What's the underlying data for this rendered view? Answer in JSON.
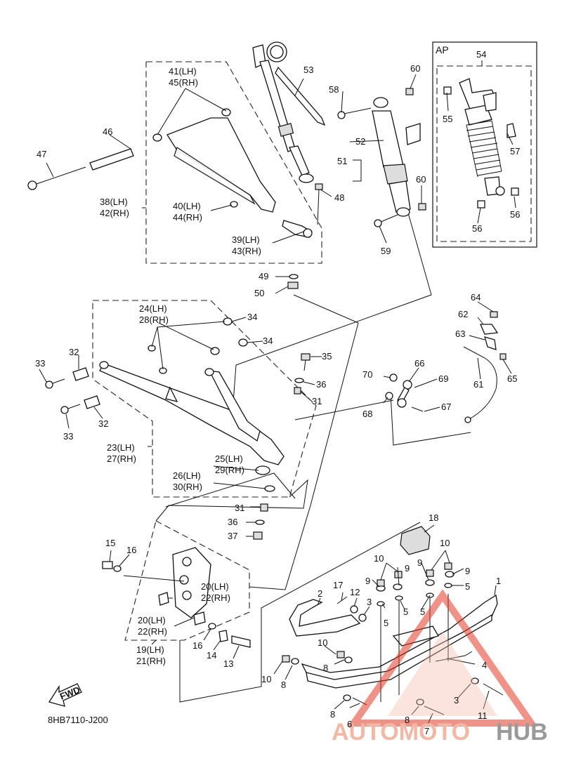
{
  "diagram_code": "8HB7110-J200",
  "fwd_label": "FWD",
  "ap_label": "AP",
  "watermark": {
    "part1": "AUTOMOTO",
    "part2": "HUB",
    "color1": "#f2b8a6",
    "color2": "#9a9a9a",
    "accent": "#e23b2a"
  },
  "labels": {
    "l1": "1",
    "l2": "2",
    "l3a": "3",
    "l3b": "3",
    "l4": "4",
    "l5a": "5",
    "l5b": "5",
    "l5c": "5",
    "l5d": "5",
    "l6": "6",
    "l7": "7",
    "l8a": "8",
    "l8b": "8",
    "l8c": "8",
    "l8d": "8",
    "l9a": "9",
    "l9b": "9",
    "l9c": "9",
    "l9d": "9",
    "l10a": "10",
    "l10b": "10",
    "l10c": "10",
    "l10d": "10",
    "l11": "11",
    "l12": "12",
    "l13": "13",
    "l14": "14",
    "l15": "15",
    "l16a": "16",
    "l16b": "16",
    "l17": "17",
    "l18": "18",
    "l19": "19(LH)",
    "l21": "21(RH)",
    "l20a": "20(LH)",
    "l22a": "22(RH)",
    "l20b": "20(LH)",
    "l22b": "22(RH)",
    "l23": "23(LH)",
    "l27": "27(RH)",
    "l24": "24(LH)",
    "l28": "28(RH)",
    "l25": "25(LH)",
    "l29": "29(RH)",
    "l26": "26(LH)",
    "l30": "30(RH)",
    "l31a": "31",
    "l31b": "31",
    "l32a": "32",
    "l32b": "32",
    "l33a": "33",
    "l33b": "33",
    "l34a": "34",
    "l34b": "34",
    "l35": "35",
    "l36a": "36",
    "l36b": "36",
    "l37": "37",
    "l38": "38(LH)",
    "l42": "42(RH)",
    "l39": "39(LH)",
    "l43": "43(RH)",
    "l40": "40(LH)",
    "l44": "44(RH)",
    "l41": "41(LH)",
    "l45": "45(RH)",
    "l46": "46",
    "l47": "47",
    "l48": "48",
    "l49": "49",
    "l50": "50",
    "l51": "51",
    "l52": "52",
    "l53": "53",
    "l54": "54",
    "l55": "55",
    "l56a": "56",
    "l56b": "56",
    "l57": "57",
    "l58": "58",
    "l59": "59",
    "l60a": "60",
    "l60b": "60",
    "l61": "61",
    "l62": "62",
    "l63": "63",
    "l64": "64",
    "l65": "65",
    "l66": "66",
    "l67": "67",
    "l68": "68",
    "l69": "69",
    "l70": "70"
  }
}
